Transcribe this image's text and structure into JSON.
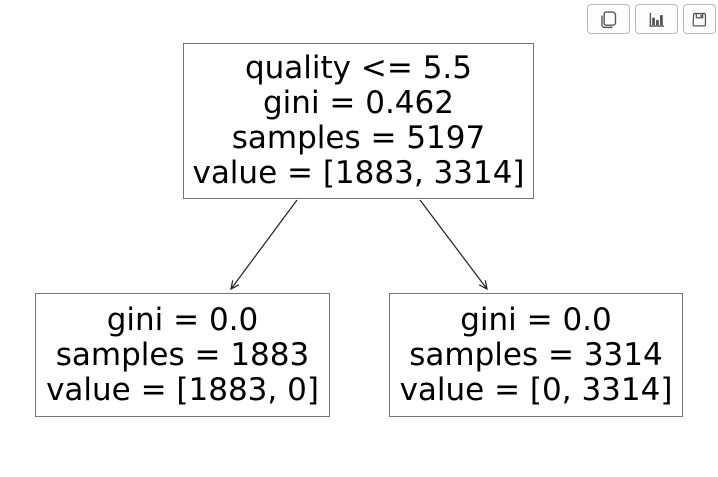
{
  "figure": {
    "type": "decision-tree",
    "tree": {
      "root": {
        "lines": [
          "quality <= 5.5",
          "gini = 0.462",
          "samples = 5197",
          "value = [1883, 3314]"
        ]
      },
      "left": {
        "lines": [
          "gini = 0.0",
          "samples = 1883",
          "value = [1883, 0]"
        ]
      },
      "right": {
        "lines": [
          "gini = 0.0",
          "samples = 3314",
          "value = [0, 3314]"
        ]
      }
    },
    "edges": [
      {
        "from": "root",
        "to": "left"
      },
      {
        "from": "root",
        "to": "right"
      }
    ]
  },
  "toolbar": {
    "buttons": [
      {
        "icon": "copy-icon"
      },
      {
        "icon": "bar-chart-icon"
      },
      {
        "icon": "save-icon"
      }
    ]
  },
  "colors": {
    "background": "#ffffff",
    "node_border": "#767676",
    "node_fill": "#ffffff",
    "text": "#000000",
    "arrow": "#1f1f1f",
    "button_border": "#b9b9b9",
    "button_fill": "#fdfdfd",
    "icon": "#555555"
  }
}
